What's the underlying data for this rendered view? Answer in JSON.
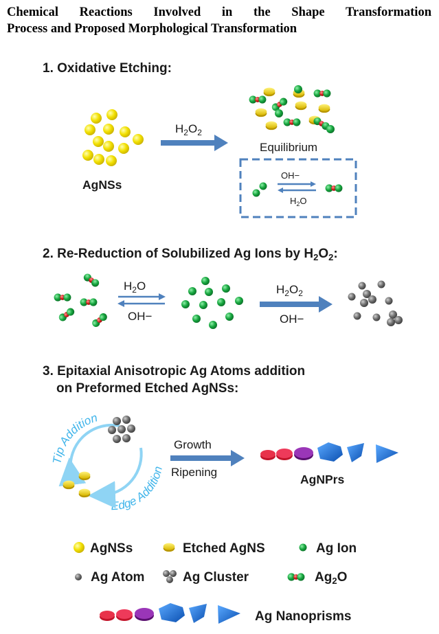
{
  "title": {
    "line1": "Chemical Reactions Involved in the Shape Transformation",
    "line2": "Process and Proposed Morphological Transformation"
  },
  "step1": {
    "heading": "1. Oxidative Etching:",
    "reactant": "AgNSs",
    "arrow_label": "H2O2",
    "product_label": "Equilibrium",
    "box_top": "OH−",
    "box_bottom": "H2O"
  },
  "step2": {
    "heading": "2. Re-Reduction of Solubilized Ag Ions by H2O2:",
    "arrow1_top": "H2O",
    "arrow1_bottom": "OH−",
    "arrow2_top": "H2O2",
    "arrow2_bottom": "OH−"
  },
  "step3": {
    "heading_line1": "3. Epitaxial Anisotropic Ag Atoms addition",
    "heading_line2": "on Preformed Etched AgNSs:",
    "tip_label": "Tip Addition",
    "edge_label_a": "Edge Addition",
    "arrow_top": "Growth",
    "arrow_bottom": "Ripening",
    "product": "AgNPrs"
  },
  "legend": {
    "agnss": "AgNSs",
    "etched": "Etched AgNS",
    "ag_ion": "Ag Ion",
    "ag_atom": "Ag Atom",
    "ag_cluster": "Ag Cluster",
    "ag2o": "Ag2O",
    "nanoprisms": "Ag Nanoprisms"
  },
  "colors": {
    "arrow_blue": "#4f81bd",
    "gold": "#f2d800",
    "green": "#16a33e",
    "red": "#d21a1a",
    "grey": "#6e6e6e",
    "cyan_text": "#3fb4ea",
    "purple": "#8b2c9e",
    "prism_blue": "#1f6fd1"
  }
}
